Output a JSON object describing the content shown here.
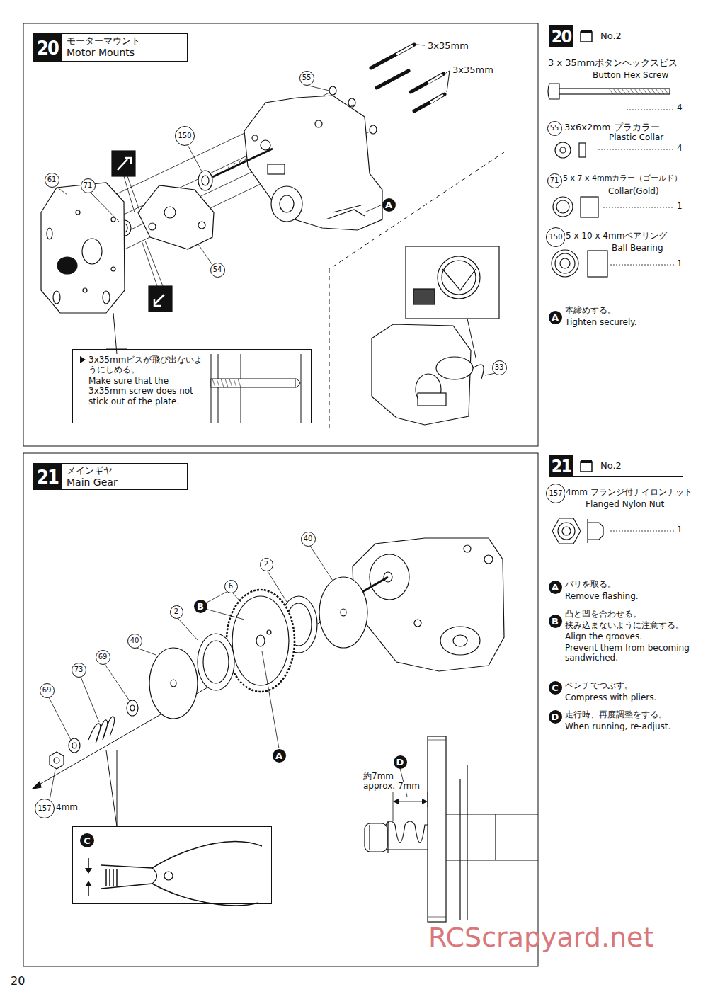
{
  "diagram": {
    "nodes": [
      {
        "text": [
          "20",
          "モーターマウント",
          "Motor Mounts"
        ]
      },
      {
        "text": [
          "20",
          "No.2"
        ]
      },
      {
        "text": [
          "3x35mmビスが飛び出ないようにしめる。",
          "Make sure that the 3x35mm screw does not stick out of the plate."
        ]
      },
      {
        "text": [
          "21",
          "メインギヤ",
          "Main Gear"
        ]
      },
      {
        "text": [
          "21",
          "No.2"
        ]
      },
      {
        "text": [
          "C"
        ]
      }
    ],
    "labels": [
      "3x35mm",
      "3x35mm",
      "55",
      "150",
      "61",
      "71",
      "54",
      "A",
      "33",
      "3 x 35mmボタンヘックスビス",
      "Button Hex Screw",
      "4",
      "55",
      "3x6x2mm プラカラー",
      "Plastic Collar",
      "4",
      "71",
      "5 x 7 x 4mmカラー（ゴールド）",
      "Collar(Gold)",
      "1",
      "150",
      "5 x 10 x 4mmベアリング",
      "Ball Bearing",
      "1",
      "A",
      "本締めする。",
      "Tighten securely.",
      "40",
      "2",
      "6",
      "B",
      "2",
      "40",
      "69",
      "73",
      "69",
      "A",
      "157",
      "4mm",
      "D",
      "約7mm",
      "approx. 7mm",
      "157",
      "4mm フランジ付ナイロンナット",
      "Flanged Nylon Nut",
      "1",
      "A",
      "バリを取る。",
      "Remove flashing.",
      "B",
      "凸と凹を合わせる。",
      "挟み込まないように注意する。",
      "Align the grooves.",
      "Prevent them from becoming sandwiched.",
      "C",
      "ペンチでつぶす。",
      "Compress with pliers.",
      "D",
      "走行時、再度調整をする。",
      "When running, re-adjust.",
      "20",
      "RCScrapyard.net"
    ]
  }
}
